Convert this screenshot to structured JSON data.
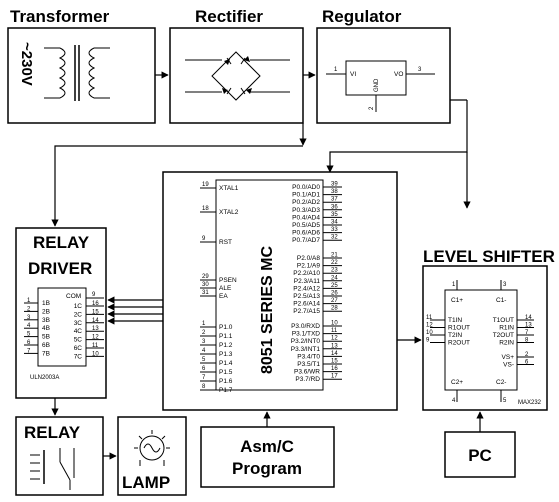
{
  "stages": {
    "transformer": "Transformer",
    "rectifier": "Rectifier",
    "regulator": "Regulator",
    "relay_driver_line1": "RELAY",
    "relay_driver_line2": "DRIVER",
    "level_shifter": "LEVEL SHIFTER",
    "relay": "RELAY",
    "lamp": "LAMP",
    "program_line1": "Asm/C",
    "program_line2": "Program",
    "pc": "PC"
  },
  "mains_label": "~230V",
  "mcu": {
    "title": "8051 SERIES MC",
    "left_pins": [
      {
        "num": "19",
        "name": "XTAL1"
      },
      {
        "num": "18",
        "name": "XTAL2"
      },
      {
        "num": "9",
        "name": "RST"
      },
      {
        "num": "29",
        "name": "PSEN"
      },
      {
        "num": "30",
        "name": "ALE"
      },
      {
        "num": "31",
        "name": "EA"
      },
      {
        "num": "1",
        "name": "P1.0"
      },
      {
        "num": "2",
        "name": "P1.1"
      },
      {
        "num": "3",
        "name": "P1.2"
      },
      {
        "num": "4",
        "name": "P1.3"
      },
      {
        "num": "5",
        "name": "P1.4"
      },
      {
        "num": "6",
        "name": "P1.5"
      },
      {
        "num": "7",
        "name": "P1.6"
      },
      {
        "num": "8",
        "name": "P1.7"
      }
    ],
    "right_pins": [
      {
        "num": "39",
        "name": "P0.0/AD0"
      },
      {
        "num": "38",
        "name": "P0.1/AD1"
      },
      {
        "num": "37",
        "name": "P0.2/AD2"
      },
      {
        "num": "36",
        "name": "P0.3/AD3"
      },
      {
        "num": "35",
        "name": "P0.4/AD4"
      },
      {
        "num": "34",
        "name": "P0.5/AD5"
      },
      {
        "num": "33",
        "name": "P0.6/AD6"
      },
      {
        "num": "32",
        "name": "P0.7/AD7"
      },
      {
        "num": "21",
        "name": "P2.0/A8"
      },
      {
        "num": "22",
        "name": "P2.1/A9"
      },
      {
        "num": "23",
        "name": "P2.2/A10"
      },
      {
        "num": "24",
        "name": "P2.3/A11"
      },
      {
        "num": "25",
        "name": "P2.4/A12"
      },
      {
        "num": "26",
        "name": "P2.5/A13"
      },
      {
        "num": "27",
        "name": "P2.6/A14"
      },
      {
        "num": "28",
        "name": "P2.7/A15"
      },
      {
        "num": "10",
        "name": "P3.0/RXD"
      },
      {
        "num": "11",
        "name": "P3.1/TXD"
      },
      {
        "num": "12",
        "name": "P3.2/INT0"
      },
      {
        "num": "13",
        "name": "P3.3/INT1"
      },
      {
        "num": "14",
        "name": "P3.4/T0"
      },
      {
        "num": "15",
        "name": "P3.5/T1"
      },
      {
        "num": "16",
        "name": "P3.6/WR"
      },
      {
        "num": "17",
        "name": "P3.7/RD"
      }
    ]
  },
  "uln": {
    "part": "ULN2003A",
    "com_label": "COM",
    "com_pin": "9",
    "inputs": [
      {
        "num": "1",
        "name": "1B"
      },
      {
        "num": "2",
        "name": "2B"
      },
      {
        "num": "3",
        "name": "3B"
      },
      {
        "num": "4",
        "name": "4B"
      },
      {
        "num": "5",
        "name": "5B"
      },
      {
        "num": "6",
        "name": "6B"
      },
      {
        "num": "7",
        "name": "7B"
      }
    ],
    "outputs": [
      {
        "num": "16",
        "name": "1C"
      },
      {
        "num": "15",
        "name": "2C"
      },
      {
        "num": "14",
        "name": "3C"
      },
      {
        "num": "13",
        "name": "4C"
      },
      {
        "num": "12",
        "name": "5C"
      },
      {
        "num": "11",
        "name": "6C"
      },
      {
        "num": "10",
        "name": "7C"
      }
    ]
  },
  "max232": {
    "part": "MAX232",
    "c1p": "C1+",
    "c1m": "C1-",
    "c2p": "C2+",
    "c2m": "C2-",
    "top_left_pin": "1",
    "top_right_pin": "3",
    "bot_left_pin": "4",
    "bot_right_pin": "5",
    "left_pins": [
      {
        "num": "11",
        "name": "T1IN"
      },
      {
        "num": "12",
        "name": "R1OUT"
      },
      {
        "num": "10",
        "name": "T2IN"
      },
      {
        "num": "9",
        "name": "R2OUT"
      }
    ],
    "right_pins": [
      {
        "num": "14",
        "name": "T1OUT"
      },
      {
        "num": "13",
        "name": "R1IN"
      },
      {
        "num": "7",
        "name": "T2OUT"
      },
      {
        "num": "8",
        "name": "R2IN"
      }
    ],
    "vs": [
      {
        "num": "2",
        "name": "VS+"
      },
      {
        "num": "6",
        "name": "VS-"
      }
    ]
  },
  "regulator_ic": {
    "vi": "VI",
    "vo": "VO",
    "gnd": "GND",
    "pin_in": "1",
    "pin_out": "3",
    "pin_gnd": "2"
  }
}
